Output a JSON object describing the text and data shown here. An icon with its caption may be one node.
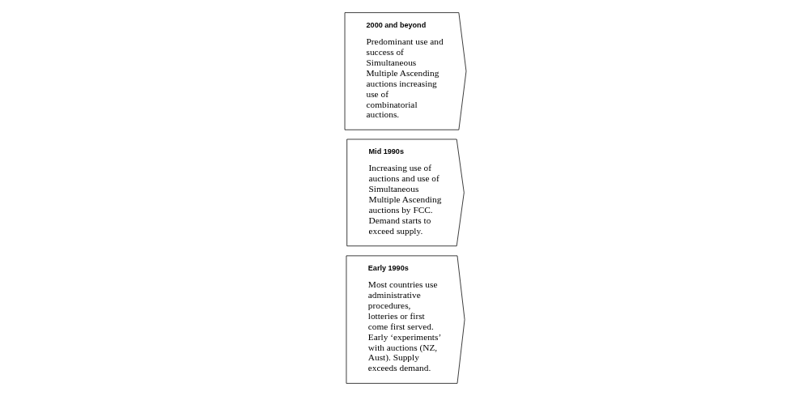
{
  "diagram": {
    "nodes": [
      {
        "text": [
          "Early 1990s",
          "Most countries use administrative procedures, lotteries or first come first served. Early ‘experiments’ with auctions (NZ, Aust). Supply exceeds demand."
        ]
      },
      {
        "text": [
          "Mid 1990s",
          "Increasing use of auctions and use of Simultaneous Multiple Ascending auctions by FCC. Demand starts to exceed supply."
        ]
      },
      {
        "text": [
          "2000 and beyond",
          "Predominant use and success of Simultaneous Multiple Ascending auctions increasing use of combinatorial auctions."
        ]
      }
    ],
    "edges": []
  }
}
